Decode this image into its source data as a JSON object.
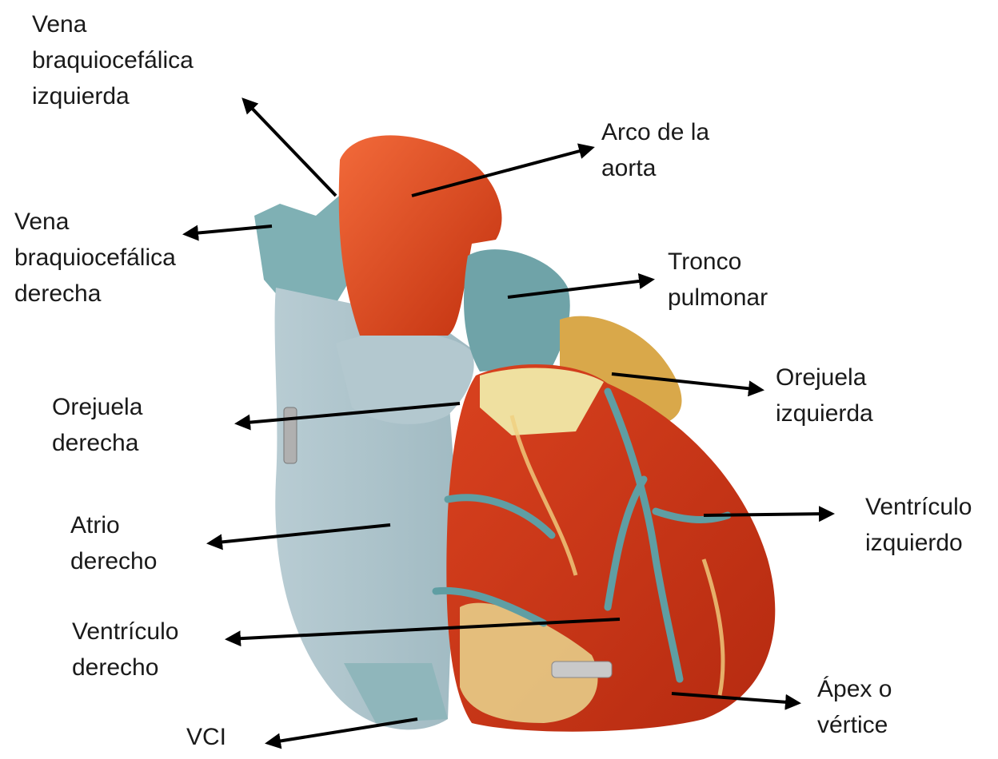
{
  "labels": {
    "vena_braq_izq": [
      "Vena",
      "braquiocefálica",
      "izquierda"
    ],
    "arco_aorta": [
      "Arco de la",
      "aorta"
    ],
    "vena_braq_der": [
      "Vena",
      "braquiocefálica",
      "derecha"
    ],
    "tronco_pulmonar": [
      "Tronco",
      "pulmonar"
    ],
    "orejuela_izq": [
      "Orejuela",
      "izquierda"
    ],
    "orejuela_der": [
      "Orejuela",
      "derecha"
    ],
    "ventriculo_izq": [
      "Ventrículo",
      "izquierdo"
    ],
    "atrio_der": [
      "Atrio",
      "derecho"
    ],
    "ventriculo_der": [
      "Ventrículo",
      "derecho"
    ],
    "apex": [
      "Ápex o",
      "vértice"
    ],
    "vci": [
      "VCI"
    ]
  },
  "colors": {
    "aorta_red": "#d8401c",
    "vein_blue": "#7fb0b4",
    "atrium_grey_blue": "#a9c3cc",
    "muscle_red": "#c8371c",
    "fat_yellow": "#efe0a0",
    "auricle_tan": "#d9a84a",
    "arrow": "#000000"
  }
}
